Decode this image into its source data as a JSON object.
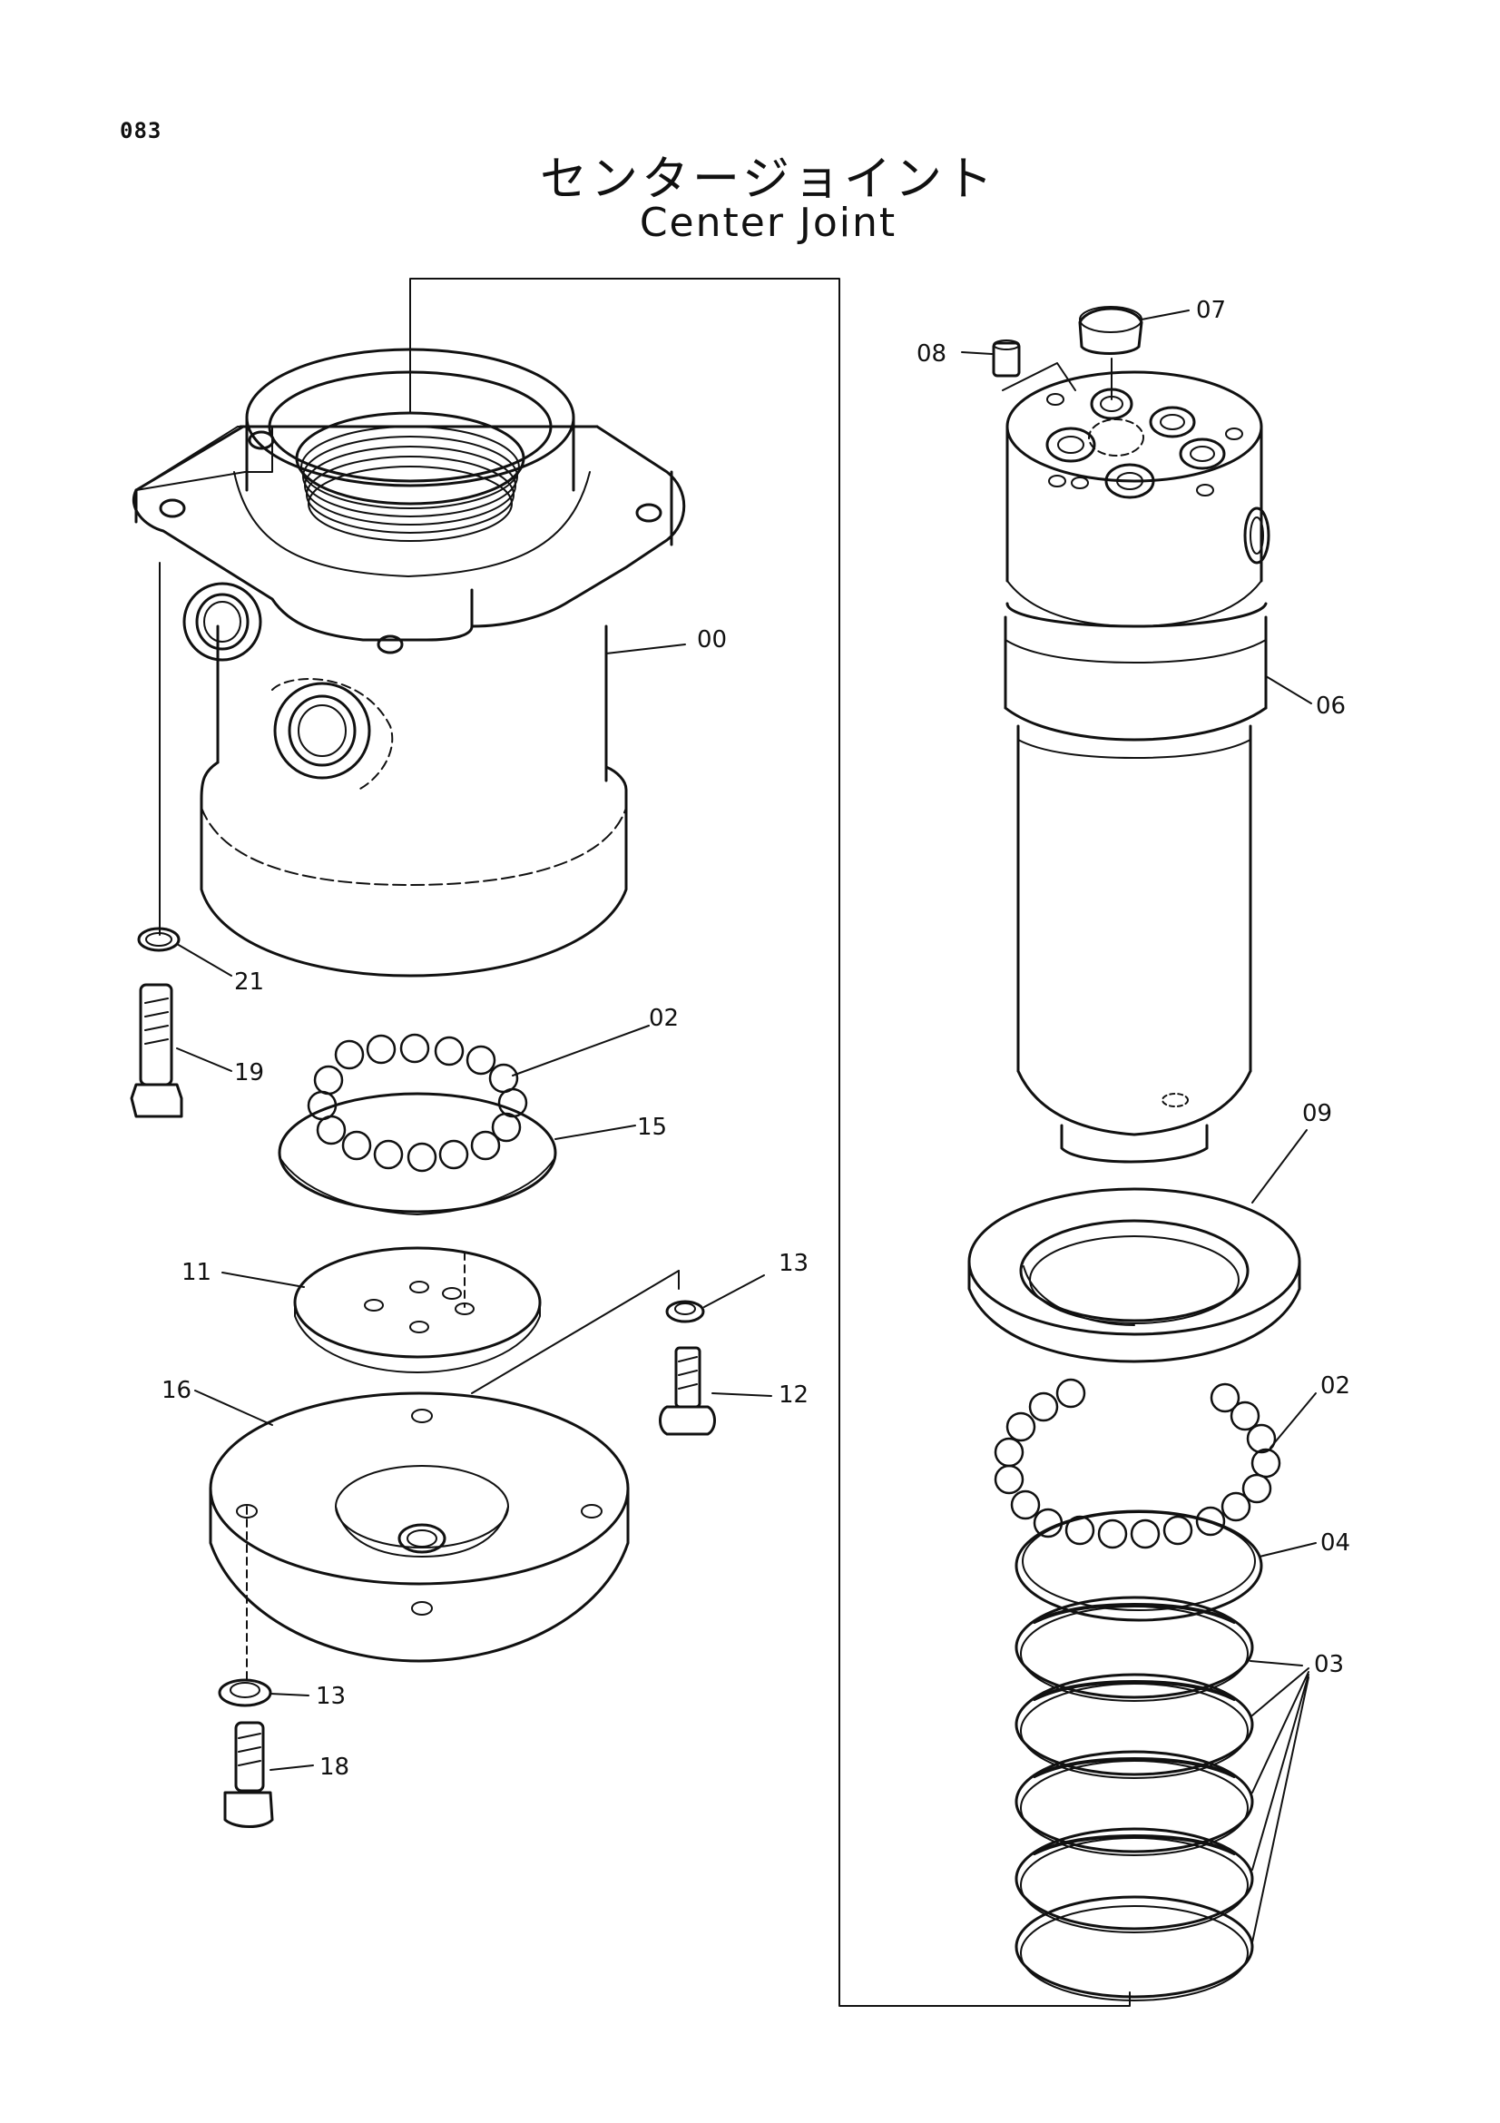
{
  "page_number": "083",
  "title_japanese": "センタージョイント",
  "title_english": "Center Joint",
  "callouts": [
    "00",
    "02",
    "15",
    "21",
    "19",
    "11",
    "13",
    "12",
    "16",
    "13",
    "18",
    "07",
    "08",
    "06",
    "09",
    "02",
    "04",
    "03"
  ]
}
